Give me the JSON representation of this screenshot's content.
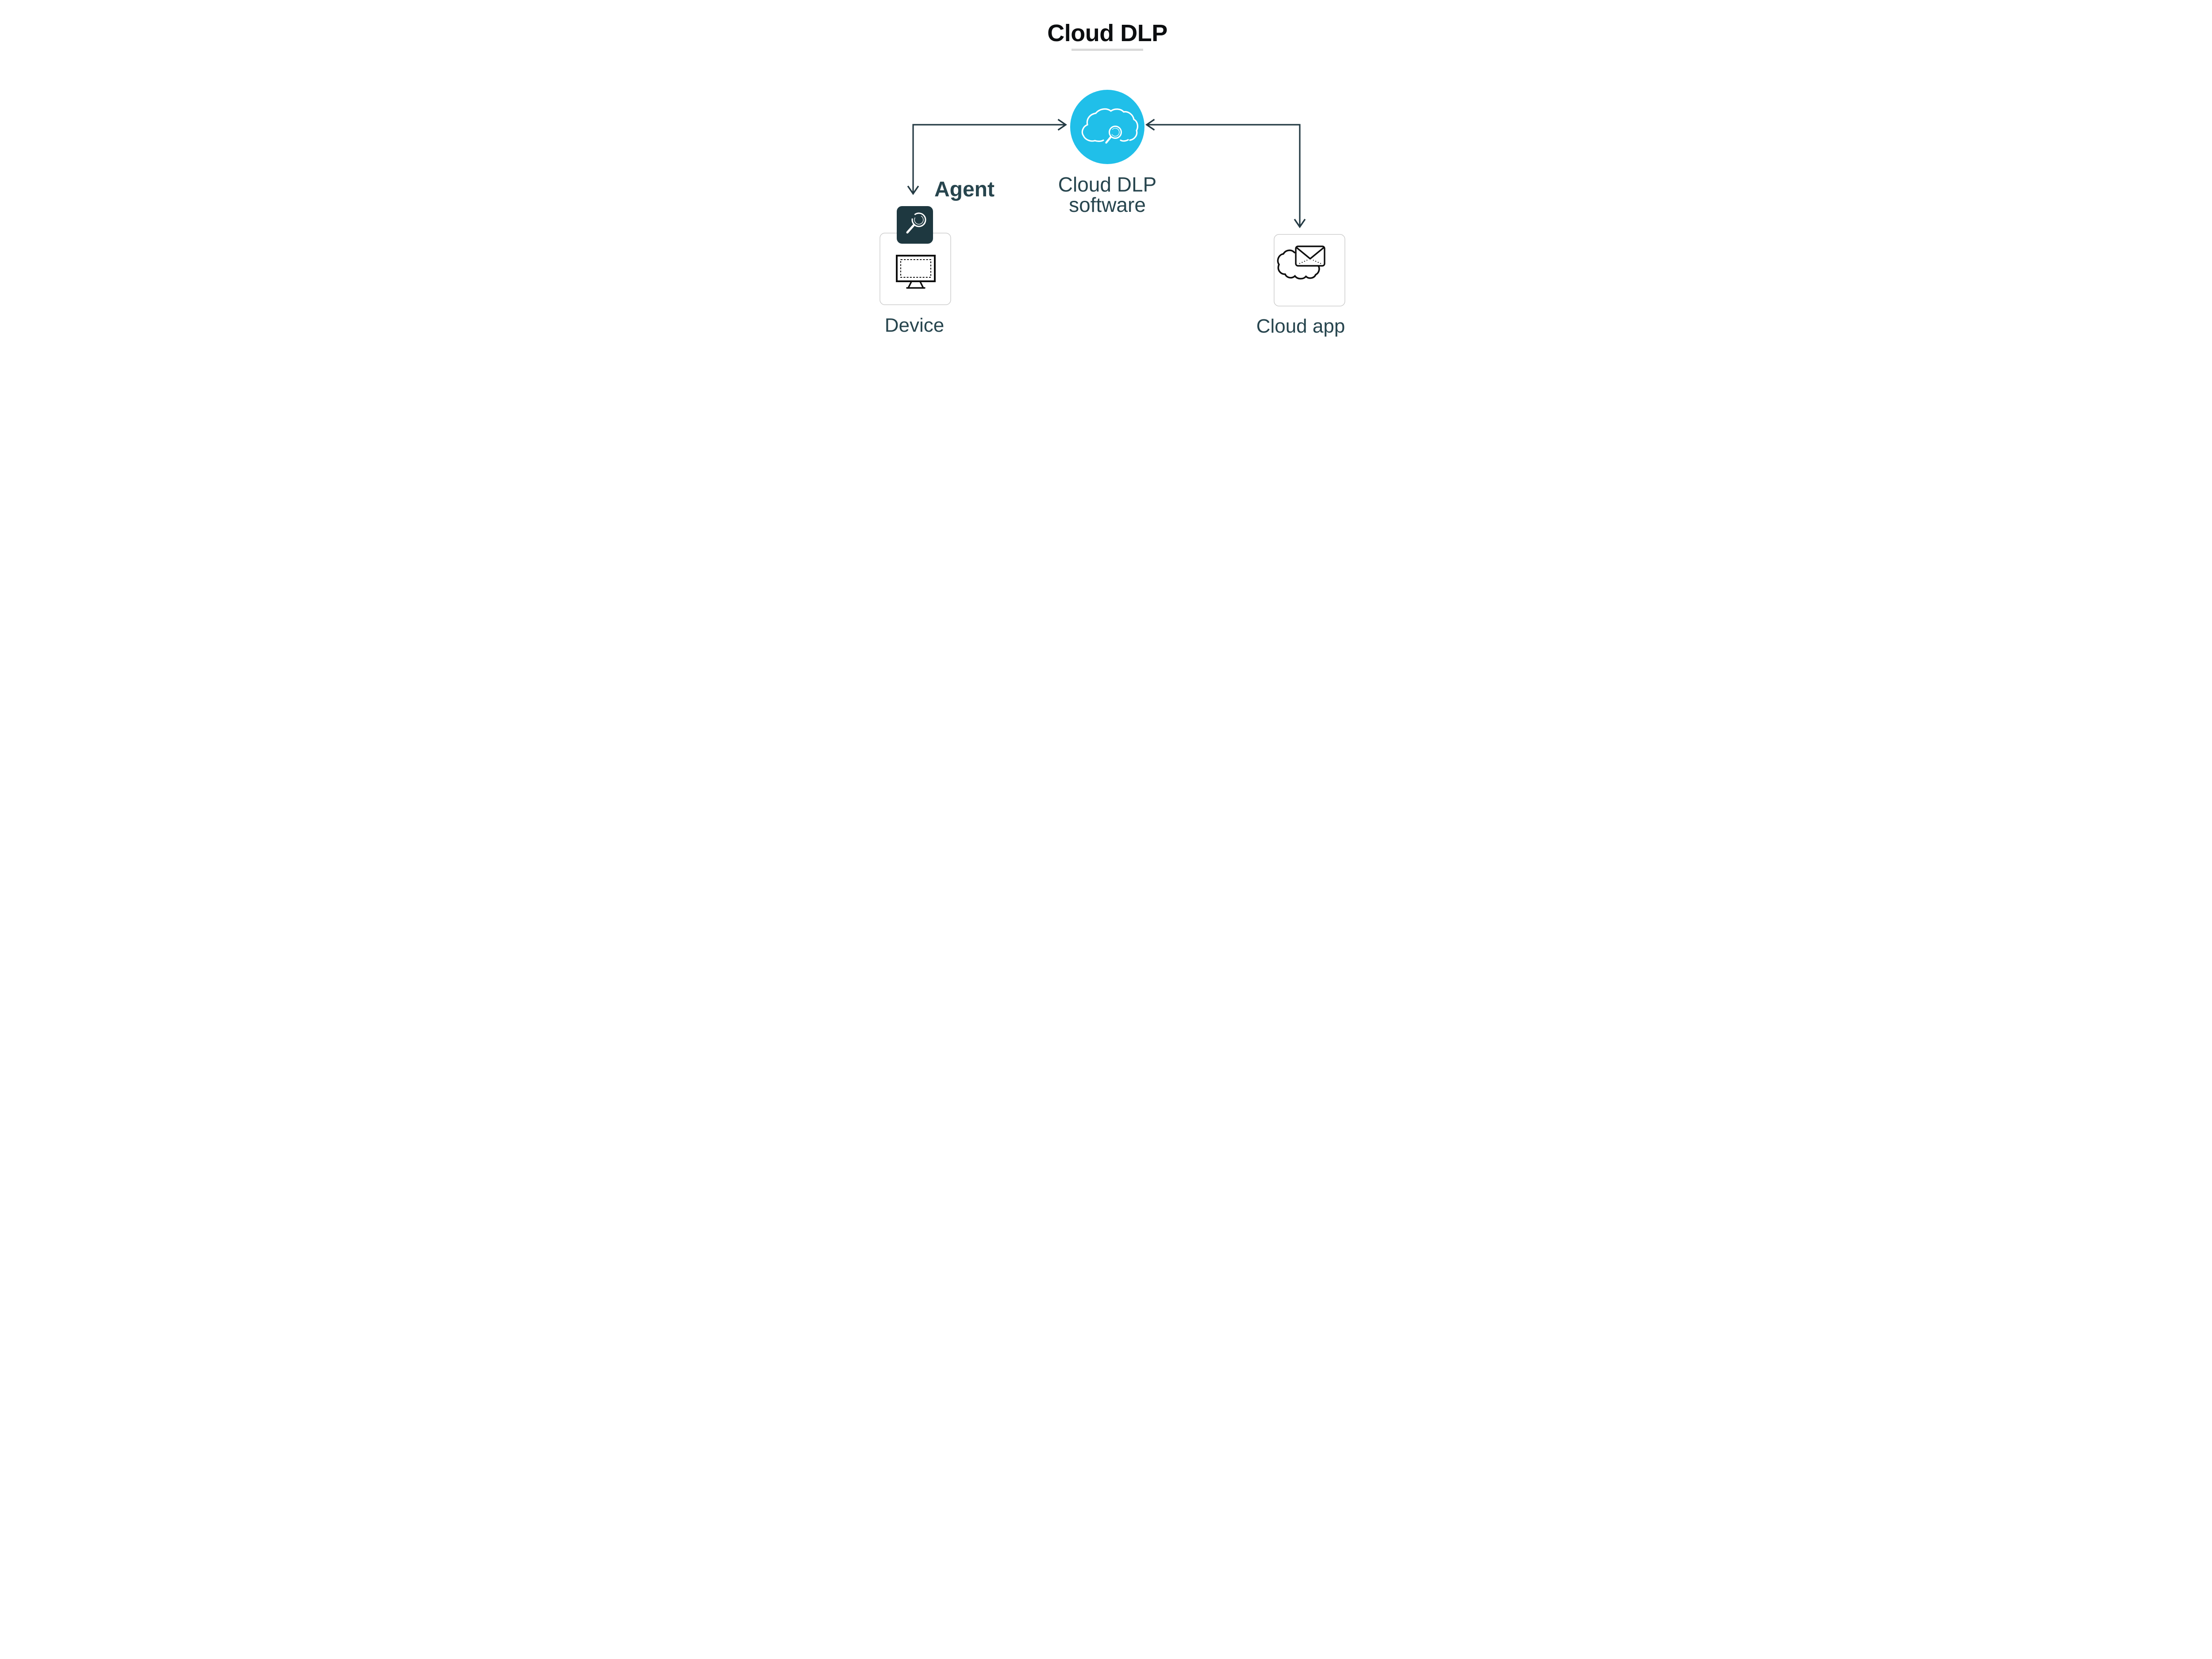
{
  "diagram": {
    "title": "Cloud DLP",
    "center_node": {
      "icon": "cloud-search-icon",
      "label_line1": "Cloud DLP",
      "label_line2": "software"
    },
    "left_node": {
      "icon": "monitor-icon",
      "label": "Device",
      "badge": {
        "icon": "magnifier-icon",
        "label": "Agent"
      }
    },
    "right_node": {
      "icon": "cloud-mail-icon",
      "label": "Cloud app"
    },
    "connections": [
      {
        "from": "Device",
        "to": "Cloud DLP software",
        "style": "elbow-double-arrow"
      },
      {
        "from": "Cloud app",
        "to": "Cloud DLP software",
        "style": "elbow-double-arrow"
      }
    ]
  },
  "colors": {
    "accent_cyan": "#20bfe9",
    "teal_text": "#27454e",
    "teal_line": "#243a43",
    "badge_fill": "#1e3840",
    "icon_ink": "#0e0e0e",
    "box_border": "#cdcdcd",
    "underline_gray": "#d9d9d9",
    "title_ink": "#0c0e10"
  }
}
